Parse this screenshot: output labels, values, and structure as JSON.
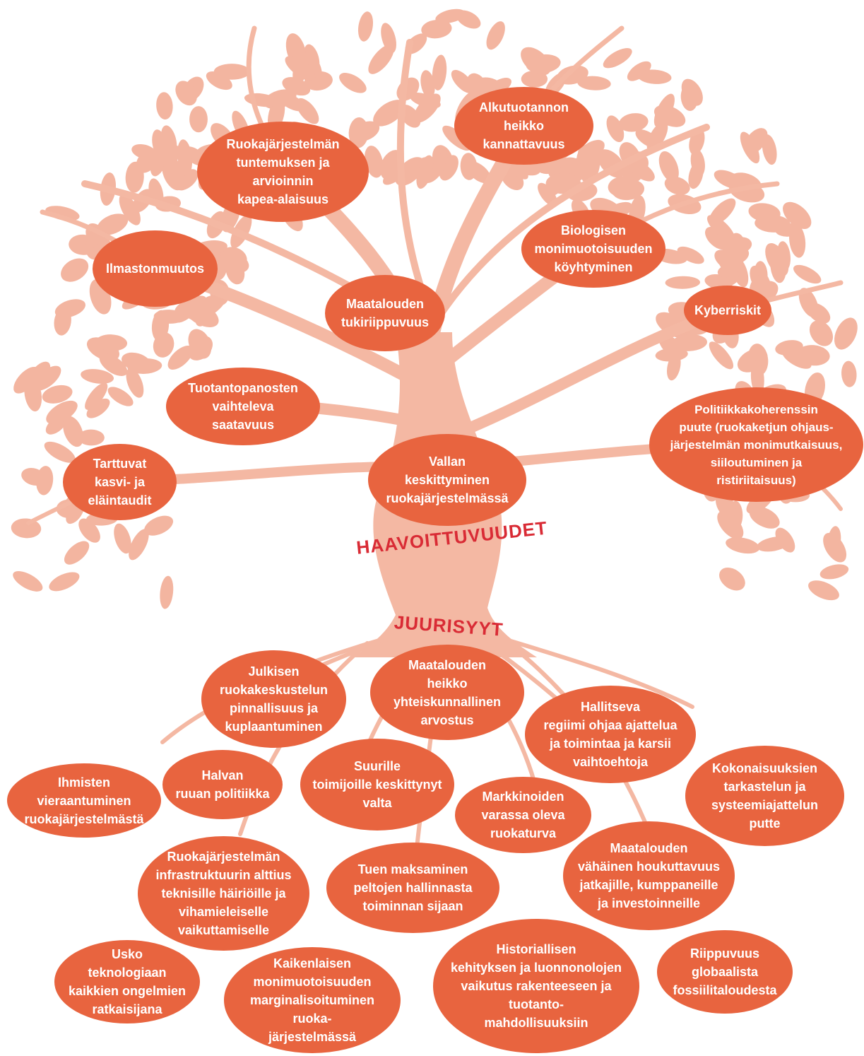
{
  "labels": {
    "vulnerabilities": "HAAVOITTUVUUDET",
    "root_causes": "JUURISYYT"
  },
  "colors": {
    "oval_fill": "#e8643f",
    "oval_text": "#ffffff",
    "tree": "#f4b8a3",
    "leaf": "#f3b5a0",
    "label_red": "#d92b35"
  },
  "vulnerabilities": [
    {
      "id": "alkutuotanto",
      "text": "Alkutuotannon\nheikko\nkannattavuus"
    },
    {
      "id": "tuntemus",
      "text": "Ruokajärjestelmän\ntuntemuksen ja\narvioinnin\nkapea-alaisuus"
    },
    {
      "id": "biologinen",
      "text": "Biologisen\nmonimuotoisuuden\nköyhtyminen"
    },
    {
      "id": "ilmasto",
      "text": "Ilmastonmuutos"
    },
    {
      "id": "tukiriippuvuus",
      "text": "Maatalouden\ntukiriippuvuus"
    },
    {
      "id": "kyber",
      "text": "Kyberriskit"
    },
    {
      "id": "tuotantopanokset",
      "text": "Tuotantopanosten\nvaihteleva\nsaatavuus"
    },
    {
      "id": "politiikka",
      "text": "Politiikkakoherenssin\npuute (ruokaketjun ohjaus-\njärjestelmän monimutkaisuus,\nsiiloutuminen ja\nristiriitaisuus)"
    },
    {
      "id": "tautit",
      "text": "Tarttuvat\nkasvi- ja\neläintaudit"
    },
    {
      "id": "valta",
      "text": "Vallan\nkeskittyminen\nruokajärjestelmässä"
    }
  ],
  "root_causes": [
    {
      "id": "julkinen",
      "text": "Julkisen\nruokakeskustelun\npinnallisuus ja\nkuplaantuminen"
    },
    {
      "id": "arvostus",
      "text": "Maatalouden\nheikko\nyhteiskunnallinen\narvostus"
    },
    {
      "id": "regiimi",
      "text": "Hallitseva\nregiimi ohjaa ajattelua\nja toimintaa ja karsii\nvaihtoehtoja"
    },
    {
      "id": "halpa",
      "text": "Halvan\nruuan politiikka"
    },
    {
      "id": "suuret",
      "text": "Suurille\ntoimijoille keskittynyt\nvalta"
    },
    {
      "id": "kokonaisuus",
      "text": "Kokonaisuuksien\ntarkastelun ja\nsysteemiajattelun\nputte"
    },
    {
      "id": "vieraantuminen",
      "text": "Ihmisten\nvieraantuminen\nruokajärjestelmästä"
    },
    {
      "id": "markkinat",
      "text": "Markkinoiden\nvarassa oleva\nruokaturva"
    },
    {
      "id": "infra",
      "text": "Ruokajärjestelmän\ninfrastruktuurin alttius\nteknisille häiriöille ja\nvihamieleiselle\nvaikuttamiselle"
    },
    {
      "id": "tuki",
      "text": "Tuen maksaminen\npeltojen hallinnasta\ntoiminnan sijaan"
    },
    {
      "id": "houkuttavuus",
      "text": "Maatalouden\nvähäinen houkuttavuus\njatkajille, kumppaneille\nja investoinneille"
    },
    {
      "id": "teknologia",
      "text": "Usko\nteknologiaan\nkaikkien ongelmien\nratkaisijana"
    },
    {
      "id": "marginalisointi",
      "text": "Kaikenlaisen\nmonimuotoisuuden\nmarginalisoituminen ruoka-\njärjestelmässä"
    },
    {
      "id": "historia",
      "text": "Historiallisen\nkehityksen ja luonnonolojen\nvaikutus rakenteeseen ja\ntuotanto-\nmahdollisuuksiin"
    },
    {
      "id": "fossiili",
      "text": "Riippuvuus\nglobaalista\nfossiilitaloudesta"
    }
  ]
}
